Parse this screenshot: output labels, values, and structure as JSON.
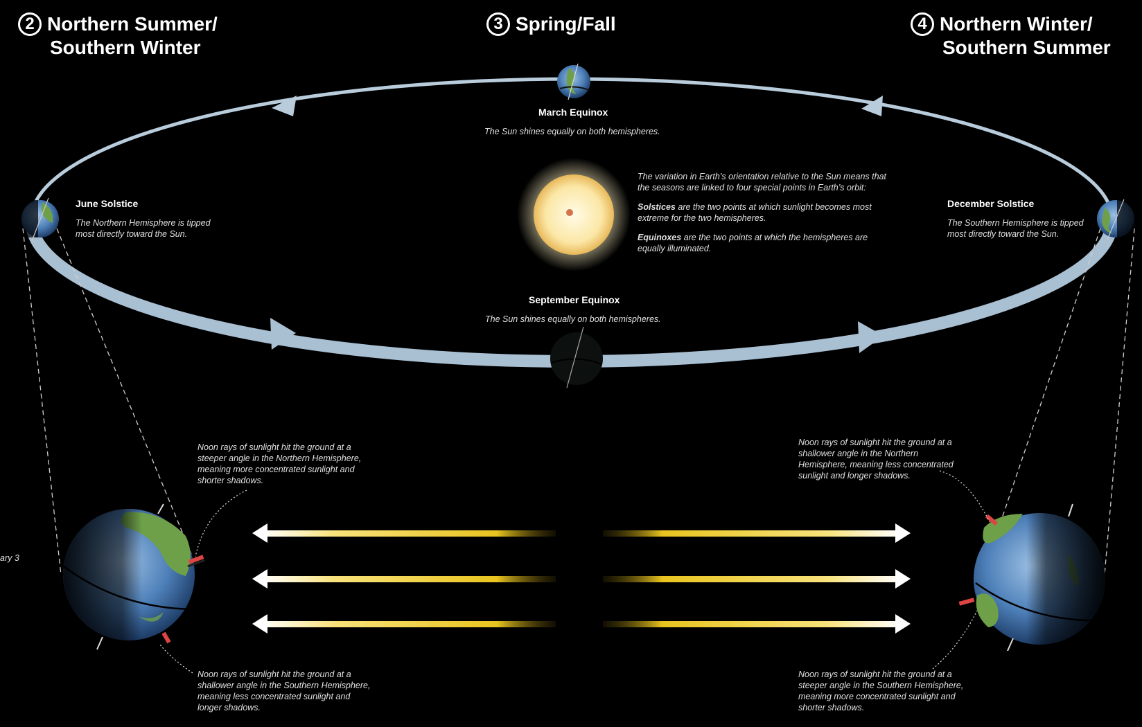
{
  "headings": {
    "h2": {
      "num": "2",
      "line1": "Northern Summer/",
      "line2": "Southern Winter"
    },
    "h3": {
      "num": "3",
      "line1": "Spring/Fall"
    },
    "h4": {
      "num": "4",
      "line1": "Northern Winter/",
      "line2": "Southern Summer"
    }
  },
  "points": {
    "march": {
      "title": "March Equinox",
      "caption": "The Sun shines equally on both hemispheres."
    },
    "september": {
      "title": "September Equinox",
      "caption": "The Sun shines equally on both hemispheres."
    },
    "june": {
      "title": "June Solstice",
      "caption1": "The Northern Hemisphere is tipped",
      "caption2": "most directly  toward the Sun."
    },
    "december": {
      "title": "December Solstice",
      "caption1": "The Southern Hemisphere is tipped",
      "caption2": "most directly toward the Sun."
    }
  },
  "explanation": {
    "intro1": "The variation in Earth’s orientation relative to the Sun means that",
    "intro2": "the seasons are linked to four special points in Earth’s orbit:",
    "solstices_term": "Solstices",
    "solstices_text1": " are the two points at which sunlight becomes most",
    "solstices_text2": "extreme for the two hemispheres.",
    "equinoxes_term": "Equinoxes",
    "equinoxes_text1": " are the two points at which the hemispheres are",
    "equinoxes_text2": "equally illuminated."
  },
  "notes": {
    "left_top": [
      "Noon rays of sunlight hit the ground at a",
      "steeper angle in the Northern Hemisphere,",
      "meaning more concentrated sunlight and",
      "shorter shadows."
    ],
    "left_bottom": [
      "Noon rays of sunlight hit the ground at a",
      "shallower angle in the Southern Hemisphere,",
      "meaning less concentrated sunlight and",
      "longer shadows."
    ],
    "right_top": [
      "Noon rays of sunlight hit the ground at a",
      "shallower angle in the Northern",
      "Hemisphere, meaning less concentrated",
      "sunlight and longer shadows."
    ],
    "right_bottom": [
      "Noon rays of sunlight hit the ground at a",
      "steeper angle in the Southern Hemisphere,",
      "meaning more concentrated sunlight and",
      "shorter shadows."
    ],
    "cutoff": "ary 3"
  },
  "colors": {
    "orbit": "#b8ccdc",
    "sun": "#fff3c4",
    "ray": "#f2d22a",
    "ocean": "#4d7fb8",
    "land": "#6ea04a"
  }
}
